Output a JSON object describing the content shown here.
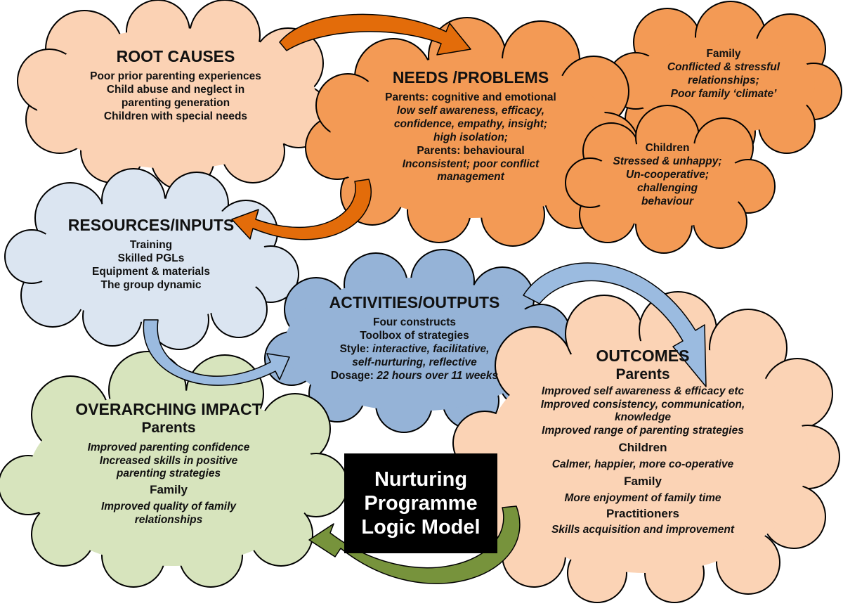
{
  "root_causes": {
    "title": "ROOT CAUSES",
    "lines": [
      "Poor prior parenting experiences",
      "Child abuse and neglect in",
      "parenting generation",
      "Children with special needs"
    ]
  },
  "needs": {
    "title": "NEEDS /PROBLEMS",
    "l1": "Parents: cognitive and emotional",
    "l2": "low self awareness, efficacy,",
    "l3": "confidence, empathy,  insight;",
    "l4": "high isolation;",
    "l5": "Parents: behavioural",
    "l6": "Inconsistent; poor conflict",
    "l7": "management"
  },
  "family_need": {
    "heading": "Family",
    "l1": "Conflicted & stressful",
    "l2": "relationships;",
    "l3": "Poor family ‘climate’"
  },
  "children_need": {
    "heading": "Children",
    "l1": "Stressed & unhappy;",
    "l2": "Un-cooperative;",
    "l3": "challenging",
    "l4": "behaviour"
  },
  "resources": {
    "title": "RESOURCES/INPUTS",
    "lines": [
      "Training",
      "Skilled PGLs",
      "Equipment & materials",
      "The group dynamic"
    ]
  },
  "activities": {
    "title": "ACTIVITIES/OUTPUTS",
    "l1": "Four constructs",
    "l2": "Toolbox of strategies",
    "l3_label": "Style: ",
    "l3_value": "interactive, facilitative,",
    "l4": "self-nurturing, reflective",
    "l5_label": "Dosage: ",
    "l5_value": "22 hours over 11 weeks"
  },
  "outcomes": {
    "title": "OUTCOMES",
    "parents_heading": "Parents",
    "p1": "Improved self awareness & efficacy etc",
    "p2": "Improved consistency, communication,",
    "p3": "knowledge",
    "p4": "Improved range of parenting strategies",
    "children_heading": "Children",
    "c1": "Calmer, happier, more co-operative",
    "family_heading": "Family",
    "f1": "More enjoyment of family time",
    "practitioners_heading": "Practitioners",
    "pr1": "Skills acquisition and improvement"
  },
  "impact": {
    "title": "OVERARCHING IMPACT",
    "parents_heading": "Parents",
    "p1": "Improved parenting confidence",
    "p2": "Increased skills in positive",
    "p3": "parenting strategies",
    "family_heading": "Family",
    "f1": "Improved quality of family",
    "f2": "relationships"
  },
  "logo": {
    "l1": "Nurturing",
    "l2": "Programme",
    "l3": "Logic Model"
  },
  "colors": {
    "root": "#fbd2b4",
    "needs": "#f39a55",
    "resources": "#dbe5f1",
    "activities": "#95b3d7",
    "outcomes": "#fbd3b5",
    "impact": "#d7e4bd",
    "arrow_orange": "#e36c0a",
    "arrow_blue": "#9bbbe0",
    "arrow_green": "#77933c"
  }
}
